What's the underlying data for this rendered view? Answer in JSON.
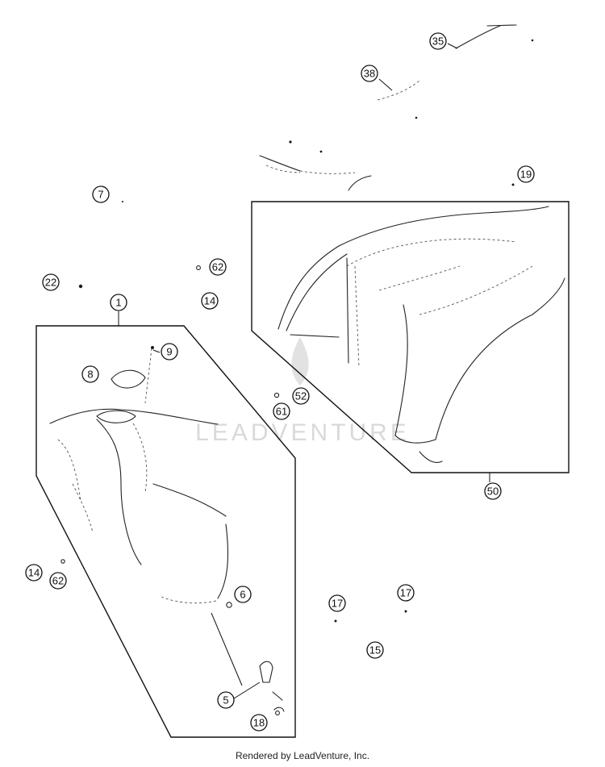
{
  "callouts": [
    {
      "id": "c35",
      "label": "35"
    },
    {
      "id": "c38",
      "label": "38"
    },
    {
      "id": "c19",
      "label": "19"
    },
    {
      "id": "c7",
      "label": "7"
    },
    {
      "id": "c62a",
      "label": "62"
    },
    {
      "id": "c22",
      "label": "22"
    },
    {
      "id": "c14a",
      "label": "14"
    },
    {
      "id": "c1",
      "label": "1"
    },
    {
      "id": "c9",
      "label": "9"
    },
    {
      "id": "c8",
      "label": "8"
    },
    {
      "id": "c52",
      "label": "52"
    },
    {
      "id": "c61",
      "label": "61"
    },
    {
      "id": "c50",
      "label": "50"
    },
    {
      "id": "c14b",
      "label": "14"
    },
    {
      "id": "c62b",
      "label": "62"
    },
    {
      "id": "c6",
      "label": "6"
    },
    {
      "id": "c17a",
      "label": "17"
    },
    {
      "id": "c17b",
      "label": "17"
    },
    {
      "id": "c15",
      "label": "15"
    },
    {
      "id": "c5",
      "label": "5"
    },
    {
      "id": "c18",
      "label": "18"
    }
  ],
  "watermark": "LEADVENTURE",
  "footer": "Rendered by LeadVenture, Inc."
}
